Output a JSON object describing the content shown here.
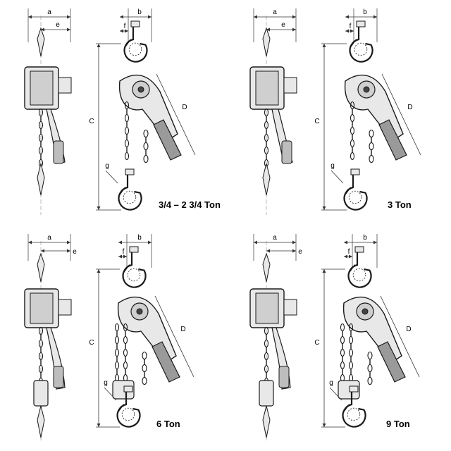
{
  "panels": [
    {
      "id": "p1",
      "caption": "3/4 – 2 3/4 Ton",
      "dimension_labels": {
        "a": "a",
        "e": "e",
        "b": "b",
        "f": "f",
        "C": "C",
        "D": "D",
        "g": "g"
      }
    },
    {
      "id": "p2",
      "caption": "3 Ton",
      "dimension_labels": {
        "a": "a",
        "e": "e",
        "b": "b",
        "f": "f",
        "C": "C",
        "D": "D",
        "g": "g"
      }
    },
    {
      "id": "p3",
      "caption": "6 Ton",
      "dimension_labels": {
        "a": "a",
        "e": "e",
        "b": "b",
        "f": "f",
        "C": "C",
        "D": "D",
        "g": "g"
      }
    },
    {
      "id": "p4",
      "caption": "9 Ton",
      "dimension_labels": {
        "a": "a",
        "e": "e",
        "b": "b",
        "f": "f",
        "C": "C",
        "D": "D",
        "g": "g"
      }
    }
  ],
  "colors": {
    "line": "#1a1a1a",
    "dimline": "#333333",
    "fill": "#e8e8e8",
    "dark": "#444444"
  }
}
